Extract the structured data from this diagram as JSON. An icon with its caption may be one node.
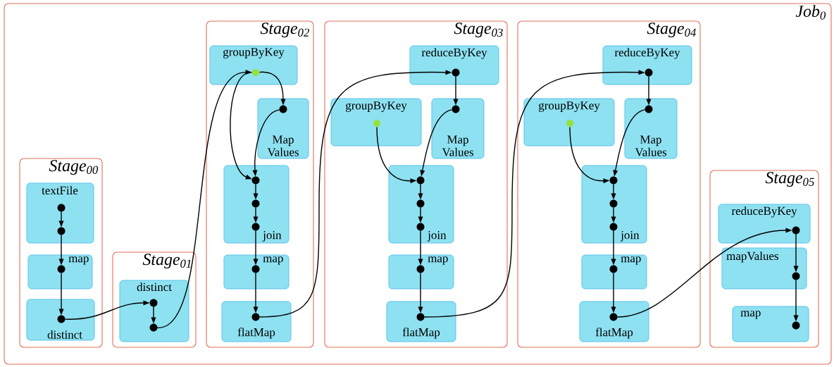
{
  "diagram": {
    "nodes": [
      {
        "text": [
          "Job$_{0}$"
        ]
      },
      {
        "text": [
          "Stage$_{00}$"
        ],
        "in": 0
      },
      {
        "text": [
          "textFile"
        ],
        "in": 1
      },
      {
        "text": [],
        "shape": "circle",
        "in": 2
      },
      {
        "text": [],
        "shape": "circle",
        "in": 2
      },
      {
        "text": [
          "map"
        ],
        "in": 1
      },
      {
        "text": [],
        "shape": "circle",
        "in": 5
      },
      {
        "text": [
          "distinct"
        ],
        "in": 1
      },
      {
        "text": [],
        "shape": "circle",
        "in": 7
      },
      {
        "text": [
          "Stage$_{01}$"
        ],
        "in": 0
      },
      {
        "text": [
          "distinct"
        ],
        "in": 9
      },
      {
        "text": [],
        "shape": "circle",
        "in": 10
      },
      {
        "text": [],
        "shape": "circle",
        "in": 10
      },
      {
        "text": [
          "Stage$_{02}$"
        ],
        "in": 0
      },
      {
        "text": [
          "groupByKey"
        ],
        "in": 13
      },
      {
        "text": [],
        "shape": "circle",
        "in": 14
      },
      {
        "text": [
          "Map Values"
        ],
        "in": 13
      },
      {
        "text": [],
        "shape": "circle",
        "in": 16
      },
      {
        "text": [
          "join"
        ],
        "in": 13
      },
      {
        "text": [],
        "shape": "circle",
        "in": 18
      },
      {
        "text": [],
        "shape": "circle",
        "in": 18
      },
      {
        "text": [],
        "shape": "circle",
        "in": 18
      },
      {
        "text": [
          "map"
        ],
        "in": 13
      },
      {
        "text": [],
        "shape": "circle",
        "in": 22
      },
      {
        "text": [
          "flatMap"
        ],
        "in": 13
      },
      {
        "text": [],
        "shape": "circle",
        "in": 24
      },
      {
        "text": [
          "Stage$_{03}$"
        ],
        "in": 0
      },
      {
        "text": [
          "reduceByKey"
        ],
        "in": 26
      },
      {
        "text": [],
        "shape": "circle",
        "in": 27
      },
      {
        "text": [
          "groupByKey"
        ],
        "in": 26
      },
      {
        "text": [],
        "shape": "circle",
        "in": 29
      },
      {
        "text": [
          "Map Values"
        ],
        "in": 26
      },
      {
        "text": [],
        "shape": "circle",
        "in": 31
      },
      {
        "text": [
          "join"
        ],
        "in": 26
      },
      {
        "text": [],
        "shape": "circle",
        "in": 33
      },
      {
        "text": [],
        "shape": "circle",
        "in": 33
      },
      {
        "text": [],
        "shape": "circle",
        "in": 33
      },
      {
        "text": [
          "map"
        ],
        "in": 26
      },
      {
        "text": [],
        "shape": "circle",
        "in": 37
      },
      {
        "text": [
          "flatMap"
        ],
        "in": 26
      },
      {
        "text": [],
        "shape": "circle",
        "in": 39
      },
      {
        "text": [
          "Stage$_{04}$"
        ],
        "in": 0
      },
      {
        "text": [
          "reduceByKey"
        ],
        "in": 41
      },
      {
        "text": [],
        "shape": "circle",
        "in": 42
      },
      {
        "text": [
          "groupByKey"
        ],
        "in": 41
      },
      {
        "text": [],
        "shape": "circle",
        "in": 44
      },
      {
        "text": [
          "Map Values"
        ],
        "in": 41
      },
      {
        "text": [],
        "shape": "circle",
        "in": 46
      },
      {
        "text": [
          "join"
        ],
        "in": 41
      },
      {
        "text": [],
        "shape": "circle",
        "in": 48
      },
      {
        "text": [],
        "shape": "circle",
        "in": 48
      },
      {
        "text": [],
        "shape": "circle",
        "in": 48
      },
      {
        "text": [
          "map"
        ],
        "in": 41
      },
      {
        "text": [],
        "shape": "circle",
        "in": 52
      },
      {
        "text": [
          "flatMap"
        ],
        "in": 41
      },
      {
        "text": [],
        "shape": "circle",
        "in": 54
      },
      {
        "text": [
          "Stage$_{05}$"
        ],
        "in": 0
      },
      {
        "text": [
          "reduceByKey"
        ],
        "in": 56
      },
      {
        "text": [],
        "shape": "circle",
        "in": 57
      },
      {
        "text": [
          "mapValues"
        ],
        "in": 56
      },
      {
        "text": [],
        "shape": "circle",
        "in": 59
      },
      {
        "text": [
          "map"
        ],
        "in": 56
      },
      {
        "text": [],
        "shape": "circle",
        "in": 61
      }
    ],
    "edges": [
      {
        "from": 3,
        "to": 4,
        "arrow": "to"
      },
      {
        "from": 4,
        "to": 6,
        "arrow": "to"
      },
      {
        "from": 6,
        "to": 8,
        "arrow": "to"
      },
      {
        "from": 8,
        "to": 11,
        "arrow": "to"
      },
      {
        "from": 11,
        "to": 12,
        "arrow": "to"
      },
      {
        "from": 12,
        "to": 15,
        "arrow": "to"
      },
      {
        "from": 15,
        "to": 17,
        "arrow": "to"
      },
      {
        "from": 15,
        "to": 19,
        "arrow": "to"
      },
      {
        "from": 17,
        "to": 19,
        "arrow": "to"
      },
      {
        "from": 19,
        "to": 20,
        "arrow": "to"
      },
      {
        "from": 20,
        "to": 21,
        "arrow": "to"
      },
      {
        "from": 21,
        "to": 23,
        "arrow": "to"
      },
      {
        "from": 23,
        "to": 25,
        "arrow": "to"
      },
      {
        "from": 25,
        "to": 28,
        "arrow": "to"
      },
      {
        "from": 28,
        "to": 32,
        "arrow": "to"
      },
      {
        "from": 30,
        "to": 34,
        "arrow": "to"
      },
      {
        "from": 32,
        "to": 34,
        "arrow": "to"
      },
      {
        "from": 34,
        "to": 35,
        "arrow": "to"
      },
      {
        "from": 35,
        "to": 36,
        "arrow": "to"
      },
      {
        "from": 36,
        "to": 38,
        "arrow": "to"
      },
      {
        "from": 38,
        "to": 40,
        "arrow": "to"
      },
      {
        "from": 40,
        "to": 43,
        "arrow": "to"
      },
      {
        "from": 43,
        "to": 47,
        "arrow": "to"
      },
      {
        "from": 45,
        "to": 49,
        "arrow": "to"
      },
      {
        "from": 47,
        "to": 49,
        "arrow": "to"
      },
      {
        "from": 49,
        "to": 50,
        "arrow": "to"
      },
      {
        "from": 50,
        "to": 51,
        "arrow": "to"
      },
      {
        "from": 51,
        "to": 53,
        "arrow": "to"
      },
      {
        "from": 53,
        "to": 55,
        "arrow": "to"
      },
      {
        "from": 55,
        "to": 58,
        "arrow": "to"
      },
      {
        "from": 58,
        "to": 60,
        "arrow": "to"
      },
      {
        "from": 60,
        "to": 62,
        "arrow": "to"
      }
    ]
  }
}
